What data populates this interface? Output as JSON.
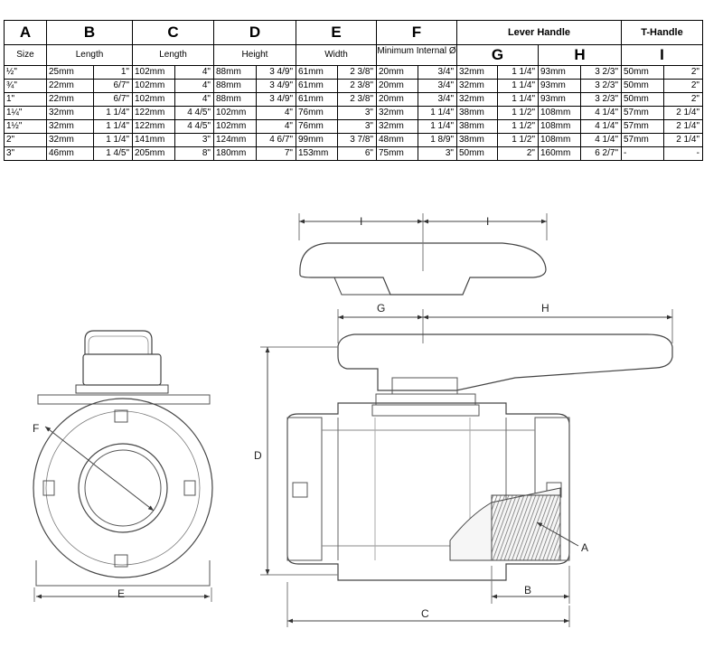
{
  "header": {
    "letters": [
      "A",
      "B",
      "C",
      "D",
      "E",
      "F"
    ],
    "lever_handle": "Lever Handle",
    "t_handle": "T-Handle",
    "size_label": "Size",
    "sub_labels": [
      "Length",
      "Length",
      "Height",
      "Width",
      "Minimum Internal Ø"
    ],
    "g": "G",
    "h": "H",
    "i": "I"
  },
  "rows": [
    [
      "½\"",
      "25mm",
      "1\"",
      "102mm",
      "4\"",
      "88mm",
      "3 4/9\"",
      "61mm",
      "2 3/8\"",
      "20mm",
      "3/4\"",
      "32mm",
      "1 1/4\"",
      "93mm",
      "3 2/3\"",
      "50mm",
      "2\""
    ],
    [
      "¾\"",
      "22mm",
      "6/7\"",
      "102mm",
      "4\"",
      "88mm",
      "3 4/9\"",
      "61mm",
      "2 3/8\"",
      "20mm",
      "3/4\"",
      "32mm",
      "1 1/4\"",
      "93mm",
      "3 2/3\"",
      "50mm",
      "2\""
    ],
    [
      "1\"",
      "22mm",
      "6/7\"",
      "102mm",
      "4\"",
      "88mm",
      "3 4/9\"",
      "61mm",
      "2 3/8\"",
      "20mm",
      "3/4\"",
      "32mm",
      "1 1/4\"",
      "93mm",
      "3 2/3\"",
      "50mm",
      "2\""
    ],
    [
      "1¼\"",
      "32mm",
      "1 1/4\"",
      "122mm",
      "4 4/5\"",
      "102mm",
      "4\"",
      "76mm",
      "3\"",
      "32mm",
      "1 1/4\"",
      "38mm",
      "1 1/2\"",
      "108mm",
      "4 1/4\"",
      "57mm",
      "2 1/4\""
    ],
    [
      "1½\"",
      "32mm",
      "1 1/4\"",
      "122mm",
      "4 4/5\"",
      "102mm",
      "4\"",
      "76mm",
      "3\"",
      "32mm",
      "1 1/4\"",
      "38mm",
      "1 1/2\"",
      "108mm",
      "4 1/4\"",
      "57mm",
      "2 1/4\""
    ],
    [
      "2\"",
      "32mm",
      "1 1/4\"",
      "141mm",
      "3\"",
      "124mm",
      "4 6/7\"",
      "99mm",
      "3 7/8\"",
      "48mm",
      "1 8/9\"",
      "38mm",
      "1 1/2\"",
      "108mm",
      "4 1/4\"",
      "57mm",
      "2 1/4\""
    ],
    [
      "3\"",
      "46mm",
      "1 4/5\"",
      "205mm",
      "8\"",
      "180mm",
      "7\"",
      "153mm",
      "6\"",
      "75mm",
      "3\"",
      "50mm",
      "2\"",
      "160mm",
      "6 2/7\"",
      "-",
      "-"
    ]
  ],
  "drawing": {
    "labels": {
      "a": "A",
      "b": "B",
      "c": "C",
      "d": "D",
      "e": "E",
      "f": "F",
      "g": "G",
      "h": "H",
      "i_left": "I",
      "i_right": "I"
    }
  }
}
